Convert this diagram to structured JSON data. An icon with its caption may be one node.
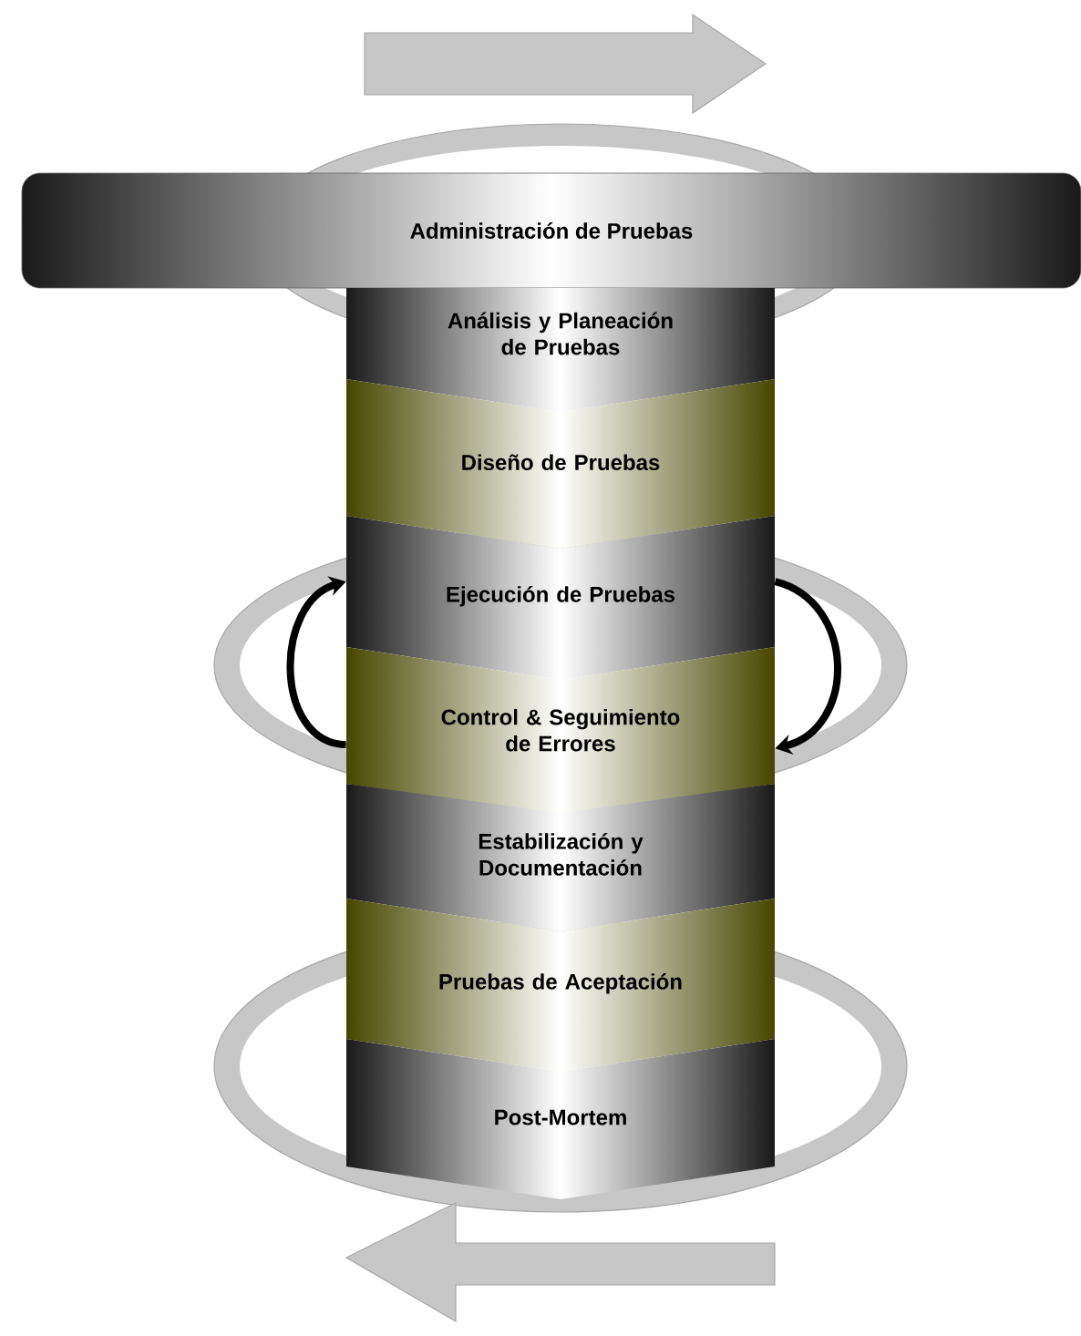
{
  "diagram": {
    "nodes": [
      {
        "text": [
          "Administración de Pruebas"
        ]
      },
      {
        "text": [
          "Análisis y Planeación de Pruebas"
        ]
      },
      {
        "text": [
          "Diseño de Pruebas"
        ]
      },
      {
        "text": [
          "Ejecución de Pruebas"
        ]
      },
      {
        "text": [
          "Control & Seguimiento de Errores"
        ]
      },
      {
        "text": [
          "Estabilización y Documentación"
        ]
      },
      {
        "text": [
          "Pruebas de Aceptación"
        ]
      },
      {
        "text": [
          "Post-Mortem"
        ]
      }
    ],
    "edges": [
      {
        "from": 4,
        "to": 3,
        "arrow": "to"
      },
      {
        "from": 3,
        "to": 4,
        "arrow": "to"
      }
    ]
  }
}
